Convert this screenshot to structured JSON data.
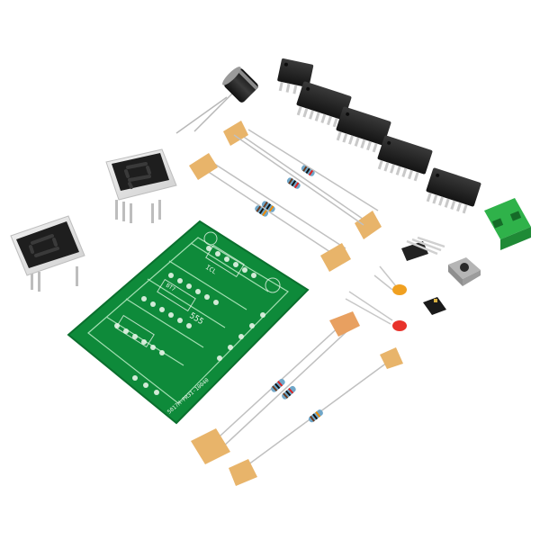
{
  "photo": {
    "background": "#ffffff",
    "pcb_color": "#0e8a3a",
    "pcb_silk_color": "#e8f5e8",
    "display_body_color": "#e6e6e6",
    "display_face_color": "#1e1e1e",
    "ic_color": "#1f1f1f",
    "terminal_color": "#2fb24a",
    "resistor_color": "#6fa6c8",
    "resistor_tape_color": "#e8b46a",
    "led_red": "#e8322a",
    "led_orange": "#f0a020",
    "pcb_silk": {
      "label_1": "ICL",
      "label_2": "555",
      "label_3": "BT7",
      "bottom_text": "5017M-PR31-10040"
    }
  }
}
